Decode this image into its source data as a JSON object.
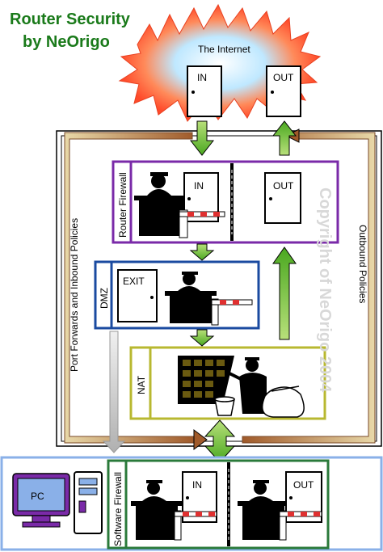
{
  "title": {
    "line1": "Router Security",
    "line2": "by NeOrigo",
    "color": "#1a7a1a"
  },
  "internet": {
    "label": "The Internet",
    "in_label": "IN",
    "out_label": "OUT"
  },
  "router_firewall": {
    "label": "Router Firewall",
    "in_label": "IN",
    "out_label": "OUT",
    "color": "#7a2aa8"
  },
  "dmz": {
    "label": "DMZ",
    "exit_label": "EXIT",
    "color": "#1a4aa0"
  },
  "nat": {
    "label": "NAT",
    "color": "#b8b830"
  },
  "software_firewall": {
    "label": "Software Firewall",
    "in_label": "IN",
    "out_label": "OUT",
    "color": "#2a7a3a"
  },
  "pc": {
    "label": "PC"
  },
  "side_labels": {
    "left": "Port Forwards and Inbound Policies",
    "right": "Outbound Policies"
  },
  "watermark": "Copyright of NeOrigo 2004",
  "colors": {
    "arrow_green": "#7cc830",
    "tan": "#e8d8a8",
    "pc_blue": "#8ab0e8",
    "pc_purple": "#7a2aa8"
  }
}
